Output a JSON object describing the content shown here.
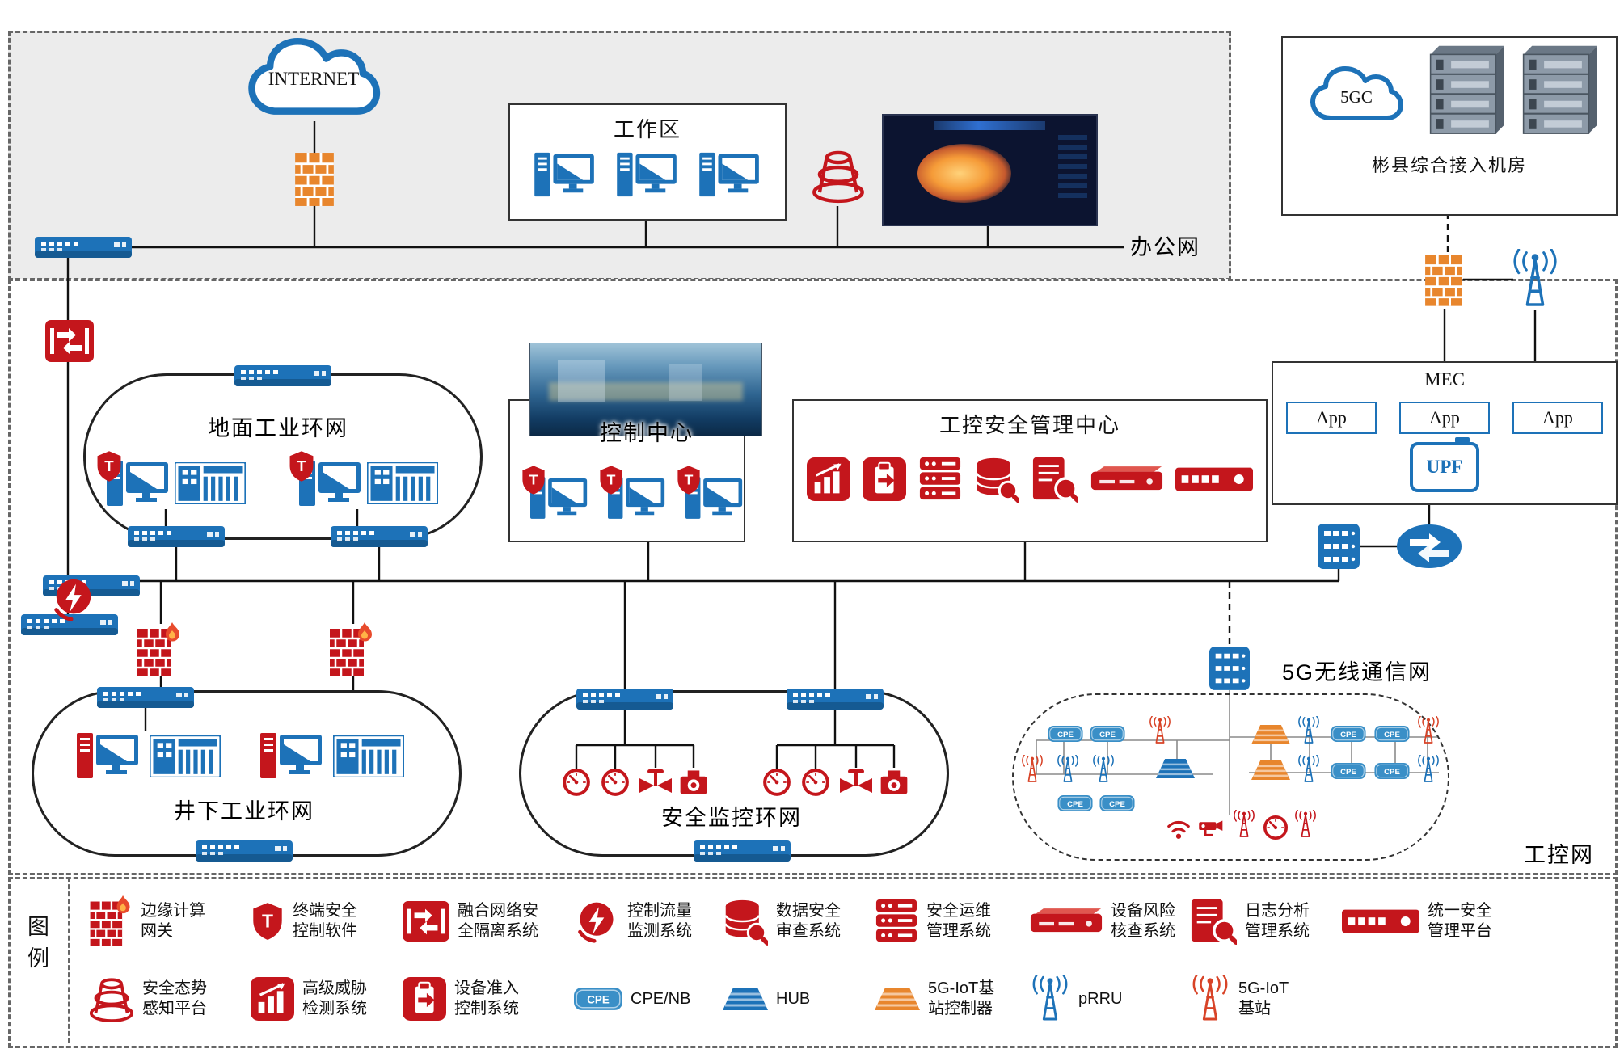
{
  "icons": {
    "shield_letter": "T",
    "cpe_text": "CPE"
  },
  "office": {
    "area_label": "办公网",
    "internet_label": "INTERNET",
    "workarea_title": "工作区"
  },
  "access_room": {
    "title": "彬县综合接入机房",
    "cloud_label": "5GC"
  },
  "mec": {
    "title": "MEC",
    "app1": "App",
    "app2": "App",
    "app3": "App",
    "upf_label": "UPF"
  },
  "industrial": {
    "area_label": "工控网",
    "surface_ring_label": "地面工业环网",
    "underground_ring_label": "井下工业环网",
    "monitoring_ring_label": "安全监控环网",
    "wireless_label": "5G无线通信网",
    "control_center_title": "控制中心",
    "security_center_title": "工控安全管理中心"
  },
  "legend": {
    "title": "图例",
    "row1": [
      {
        "icon": "edge-gateway",
        "label": "边缘计算\n网关"
      },
      {
        "icon": "terminal-shield",
        "label": "终端安全\n控制软件"
      },
      {
        "icon": "isolation",
        "label": "融合网络安\n全隔离系统"
      },
      {
        "icon": "flow-monitor",
        "label": "控制流量\n监测系统"
      },
      {
        "icon": "data-audit",
        "label": "数据安全\n审查系统"
      },
      {
        "icon": "ops-server",
        "label": "安全运维\n管理系统"
      },
      {
        "icon": "risk-check",
        "label": "设备风险\n核查系统"
      },
      {
        "icon": "log-analysis",
        "label": "日志分析\n管理系统"
      },
      {
        "icon": "unified-platform",
        "label": "统一安全\n管理平台"
      }
    ],
    "row2": [
      {
        "icon": "situation",
        "label": "安全态势\n感知平台"
      },
      {
        "icon": "threat-chart",
        "label": "高级威胁\n检测系统"
      },
      {
        "icon": "access-clipboard",
        "label": "设备准入\n控制系统"
      },
      {
        "icon": "cpe",
        "label": "CPE/NB"
      },
      {
        "icon": "hub",
        "label": "HUB"
      },
      {
        "icon": "base-controller",
        "label": "5G-IoT基\n站控制器"
      },
      {
        "icon": "prru",
        "label": "pRRU"
      },
      {
        "icon": "iot-base",
        "label": "5G-IoT\n基站"
      }
    ]
  }
}
